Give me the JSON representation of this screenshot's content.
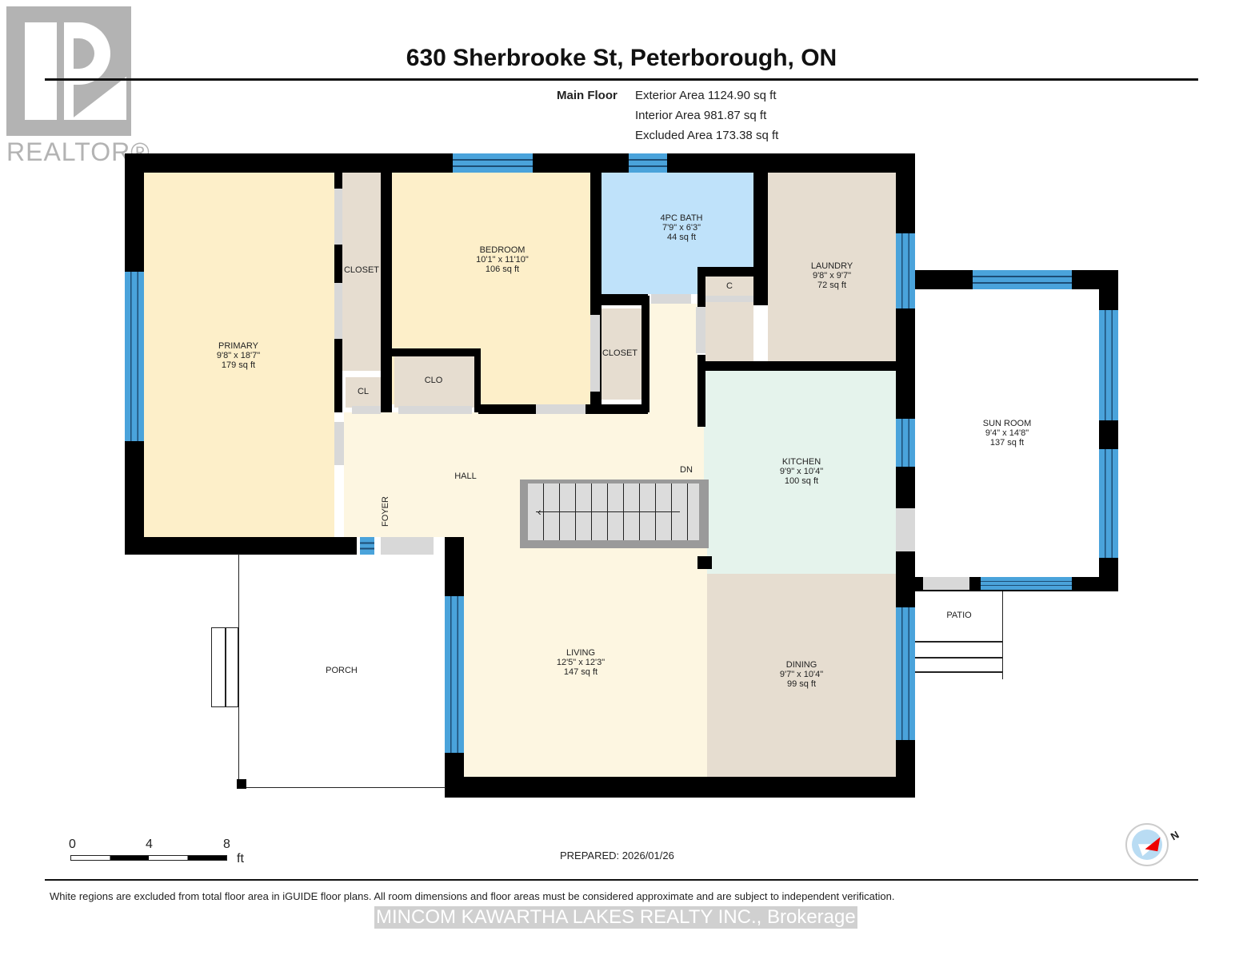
{
  "header": {
    "address": "630 Sherbrooke St, Peterborough, ON",
    "logo_text": "REALTOR®"
  },
  "floor_info": {
    "floor_name": "Main Floor",
    "exterior_area": "Exterior Area 1124.90 sq ft",
    "interior_area": "Interior Area 981.87 sq ft",
    "excluded_area": "Excluded Area 173.38 sq ft"
  },
  "rooms": {
    "primary": {
      "name": "PRIMARY",
      "dims": "9'8\" x 18'7\"",
      "area": "179 sq ft",
      "color": "#fdefc9"
    },
    "bedroom": {
      "name": "BEDROOM",
      "dims": "10'1\" x 11'10\"",
      "area": "106 sq ft",
      "color": "#fdefc9"
    },
    "bath": {
      "name": "4PC BATH",
      "dims": "7'9\" x 6'3\"",
      "area": "44 sq ft",
      "color": "#bfe2fa"
    },
    "laundry": {
      "name": "LAUNDRY",
      "dims": "9'8\" x 9'7\"",
      "area": "72 sq ft",
      "color": "#e6ddd0"
    },
    "sunroom": {
      "name": "SUN ROOM",
      "dims": "9'4\" x 14'8\"",
      "area": "137 sq ft",
      "color": "#ffffff"
    },
    "kitchen": {
      "name": "KITCHEN",
      "dims": "9'9\" x 10'4\"",
      "area": "100 sq ft",
      "color": "#e5f3ec"
    },
    "living": {
      "name": "LIVING",
      "dims": "12'5\" x 12'3\"",
      "area": "147 sq ft",
      "color": "#fdf6e1"
    },
    "dining": {
      "name": "DINING",
      "dims": "9'7\" x 10'4\"",
      "area": "99 sq ft",
      "color": "#e6ddd0"
    },
    "closet1": {
      "name": "CLOSET"
    },
    "closet2": {
      "name": "CLOSET"
    },
    "cl": {
      "name": "CL"
    },
    "clo": {
      "name": "CLO"
    },
    "c": {
      "name": "C"
    },
    "hall": {
      "name": "HALL"
    },
    "foyer": {
      "name": "FOYER"
    },
    "dn": {
      "name": "DN"
    },
    "porch": {
      "name": "PORCH"
    },
    "patio": {
      "name": "PATIO"
    }
  },
  "scale": {
    "ticks": [
      "0",
      "4",
      "8"
    ],
    "unit": "ft"
  },
  "prepared": "PREPARED: 2026/01/26",
  "compass": {
    "label": "N"
  },
  "footer": {
    "disclaimer": "White regions are excluded from total floor area in iGUIDE floor plans. All room dimensions and floor areas must be considered approximate and are subject to independent verification.",
    "brokerage": "MINCOM KAWARTHA LAKES REALTY INC., Brokerage"
  }
}
